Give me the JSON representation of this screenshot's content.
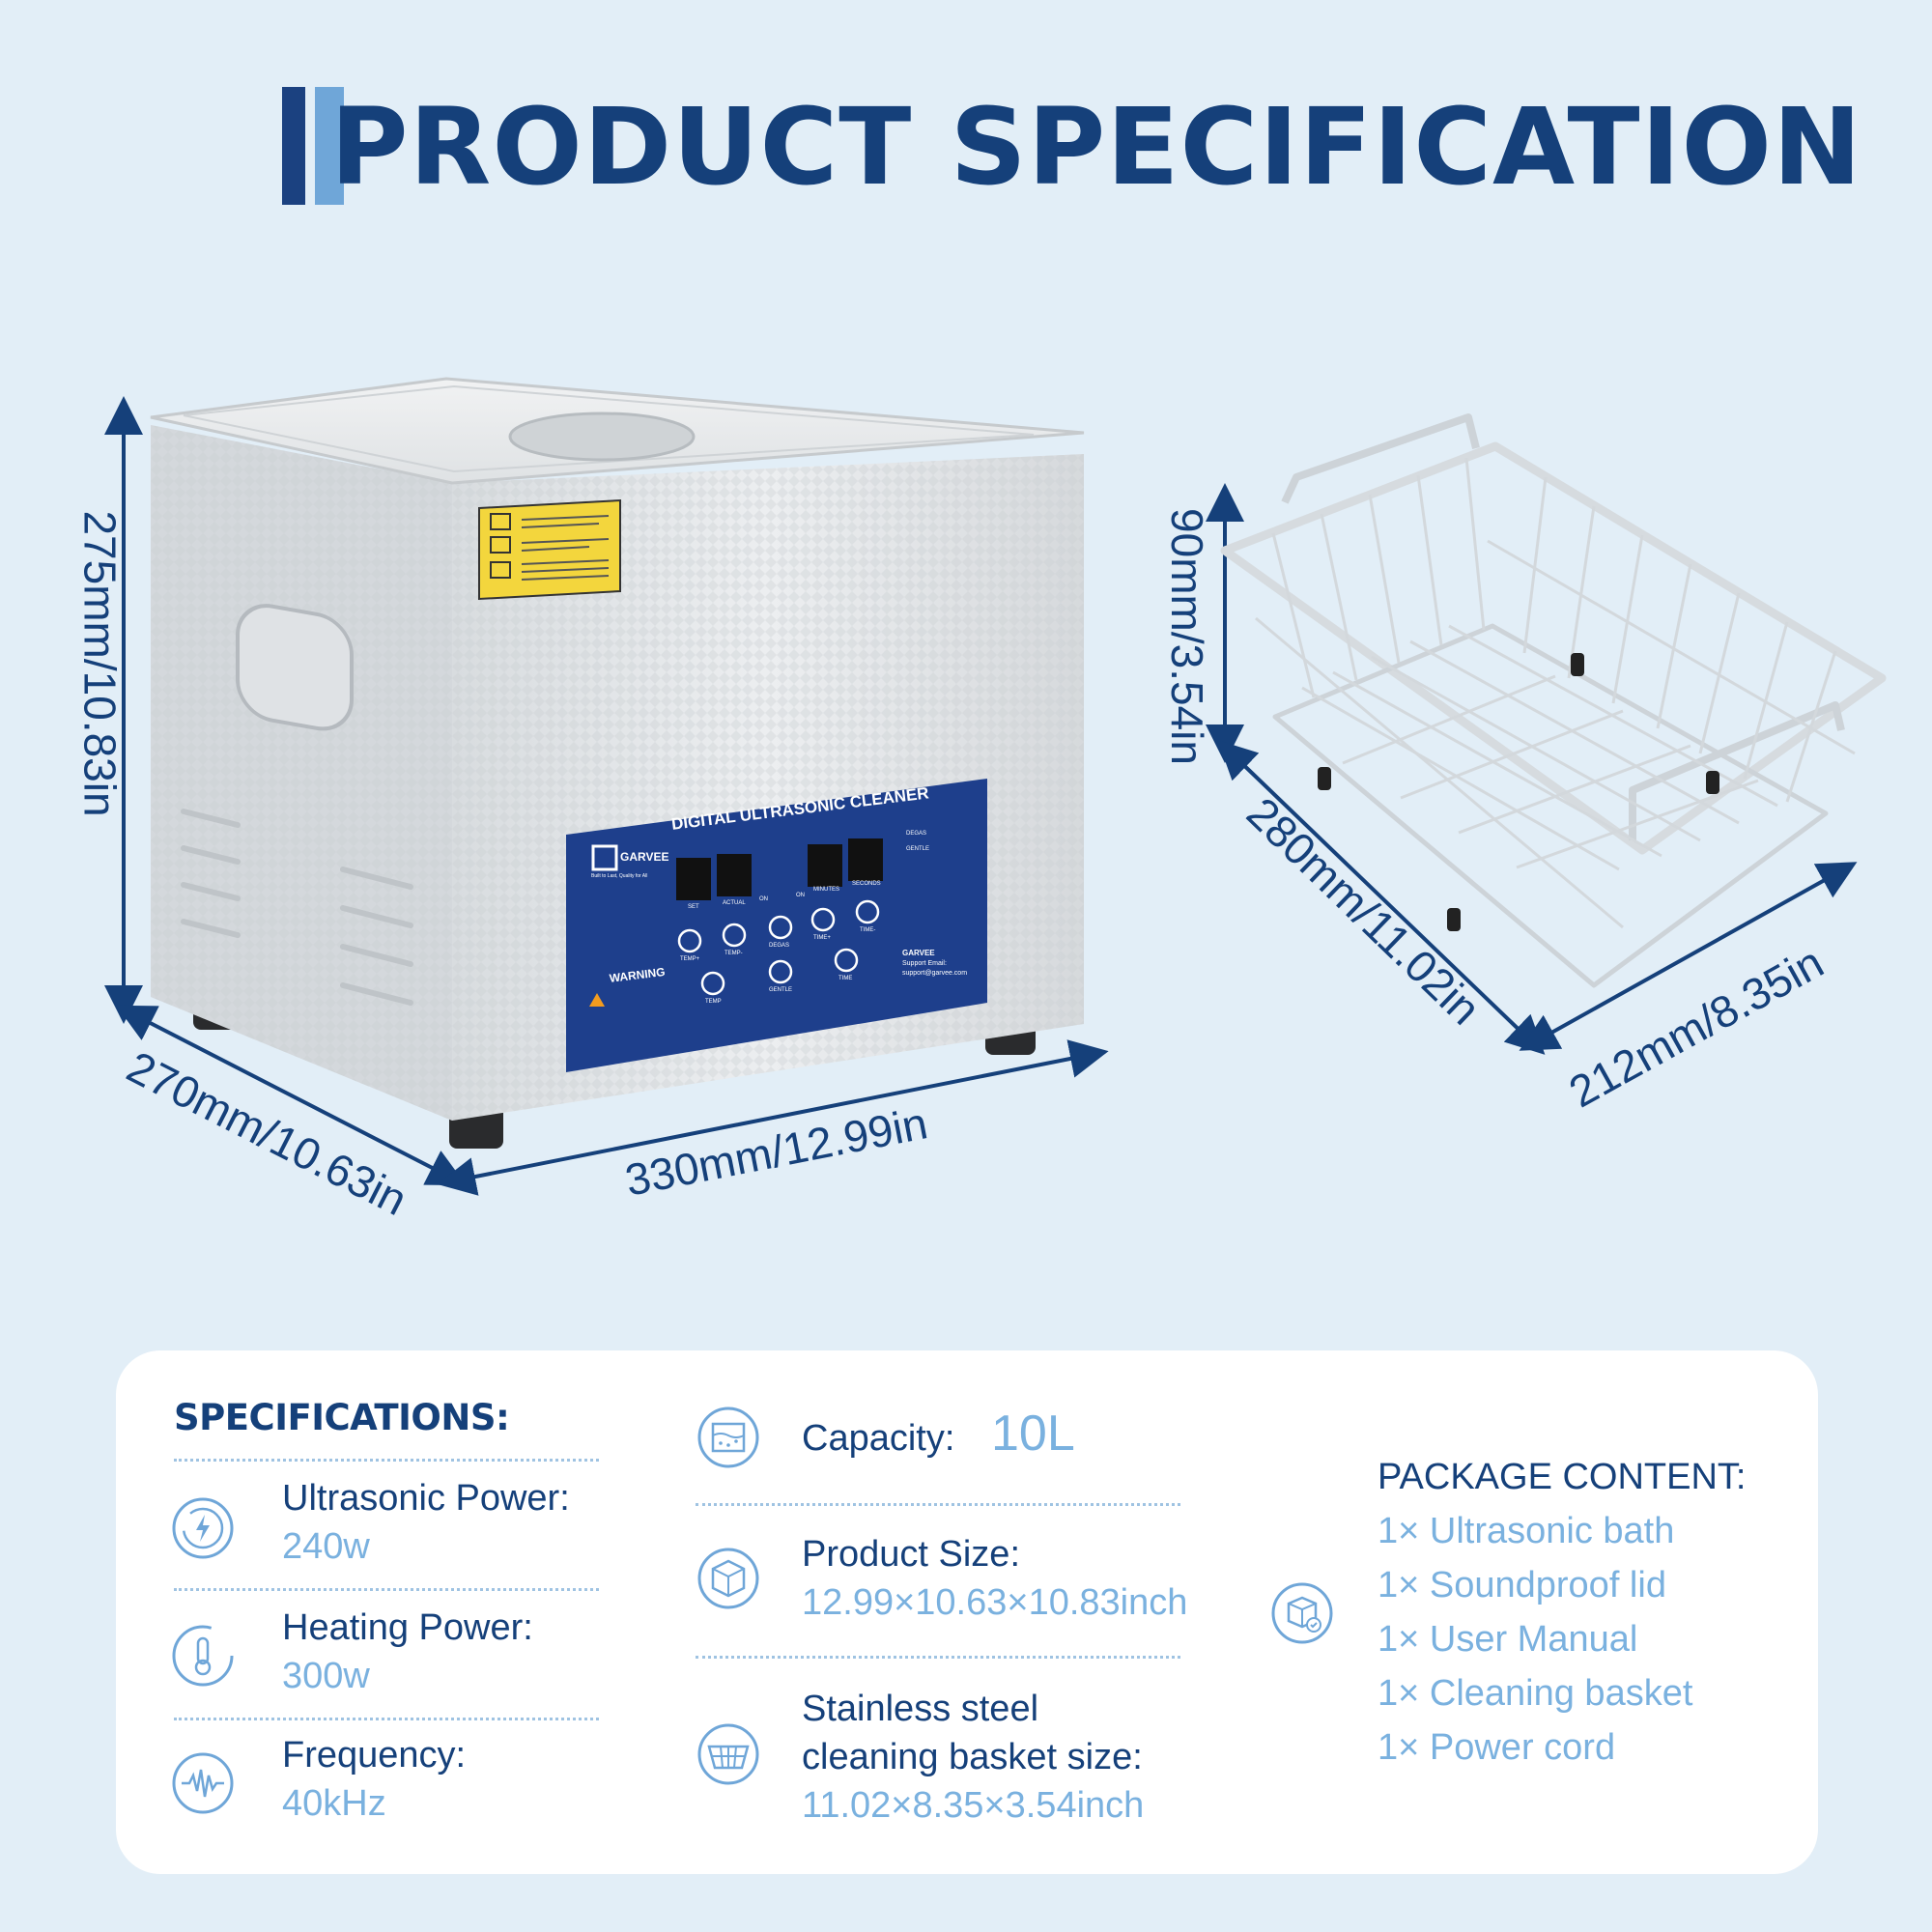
{
  "header": {
    "title": "PRODUCT SPECIFICATION"
  },
  "dimensions": {
    "cleaner_height": "275mm/10.83in",
    "cleaner_depth": "270mm/10.63in",
    "cleaner_width": "330mm/12.99in",
    "basket_height": "90mm/3.54in",
    "basket_length": "280mm/11.02in",
    "basket_width": "212mm/8.35in"
  },
  "product_panel": {
    "brand": "GARVEE",
    "tagline": "Built to Last, Quality for All",
    "panel_title": "DIGITAL ULTRASONIC CLEANER",
    "label_set": "SET",
    "label_actual": "ACTUAL",
    "label_on": "ON",
    "label_minutes": "MINUTES",
    "label_seconds": "SECONDS",
    "label_degas": "DEGAS",
    "label_gentle": "GENTLE",
    "label_temp_plus": "TEMP+",
    "label_temp_minus": "TEMP-",
    "label_time_plus": "TIME+",
    "label_time_minus": "TIME-",
    "label_temp": "TEMP",
    "label_time": "TIME",
    "warning": "WARNING",
    "support_name": "GARVEE",
    "support_email_label": "Support Email:",
    "support_email": "support@garvee.com"
  },
  "specs": {
    "section_title": "SPECIFICATIONS:",
    "ultrasonic_power_label": "Ultrasonic Power:",
    "ultrasonic_power_value": "240w",
    "heating_power_label": "Heating Power:",
    "heating_power_value": "300w",
    "frequency_label": "Frequency:",
    "frequency_value": "40kHz",
    "capacity_label": "Capacity:",
    "capacity_value": "10L",
    "product_size_label": "Product Size:",
    "product_size_value": "12.99×10.63×10.83inch",
    "basket_size_label_line1": "Stainless steel",
    "basket_size_label_line2": "cleaning basket size:",
    "basket_size_value": "11.02×8.35×3.54inch"
  },
  "package": {
    "title": "PACKAGE CONTENT:",
    "items": [
      "1× Ultrasonic bath",
      "1× Soundproof lid",
      "1× User Manual",
      "1× Cleaning basket",
      "1× Power cord"
    ]
  },
  "colors": {
    "background": "#e2eef7",
    "navy": "#15407a",
    "light_blue": "#7ab1df",
    "card": "#ffffff",
    "panel_blue": "#1e3f8c"
  }
}
